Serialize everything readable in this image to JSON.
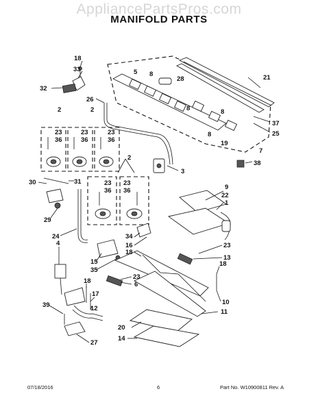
{
  "watermark": "AppliancePartsPros.com",
  "title": "MANIFOLD PARTS",
  "footer": {
    "date": "07/18/2016",
    "page": "6",
    "part_no": "Part No. W10900811  Rev. A"
  },
  "callouts": {
    "c18a": "18",
    "c33": "33",
    "c32": "32",
    "c26": "26",
    "c2a": "2",
    "c23a": "23",
    "c36a": "36",
    "c2b": "2",
    "c23b": "23",
    "c36b": "36",
    "c23c": "23",
    "c36c": "36",
    "c5": "5",
    "c8a": "8",
    "c28": "28",
    "c8b": "8",
    "c8c": "8",
    "c8d": "8",
    "c21": "21",
    "c37": "37",
    "c25": "25",
    "c19": "19",
    "c7": "7",
    "c3": "3",
    "c38": "38",
    "c2c": "2",
    "c23d": "23",
    "c36d": "36",
    "c23e": "23",
    "c36e": "36",
    "c30": "30",
    "c31": "31",
    "c29": "29",
    "c24": "24",
    "c9": "9",
    "c22": "22",
    "c1": "1",
    "c34": "34",
    "c16": "16",
    "c18b": "18",
    "c15": "15",
    "c35": "35",
    "c23f": "23",
    "c6": "6",
    "c4": "4",
    "c18c": "18",
    "c17": "17",
    "c12": "12",
    "c39": "39",
    "c27": "27",
    "c23g": "23",
    "c13": "13",
    "c18d": "18",
    "c10": "10",
    "c11": "11",
    "c20": "20",
    "c14": "14"
  }
}
